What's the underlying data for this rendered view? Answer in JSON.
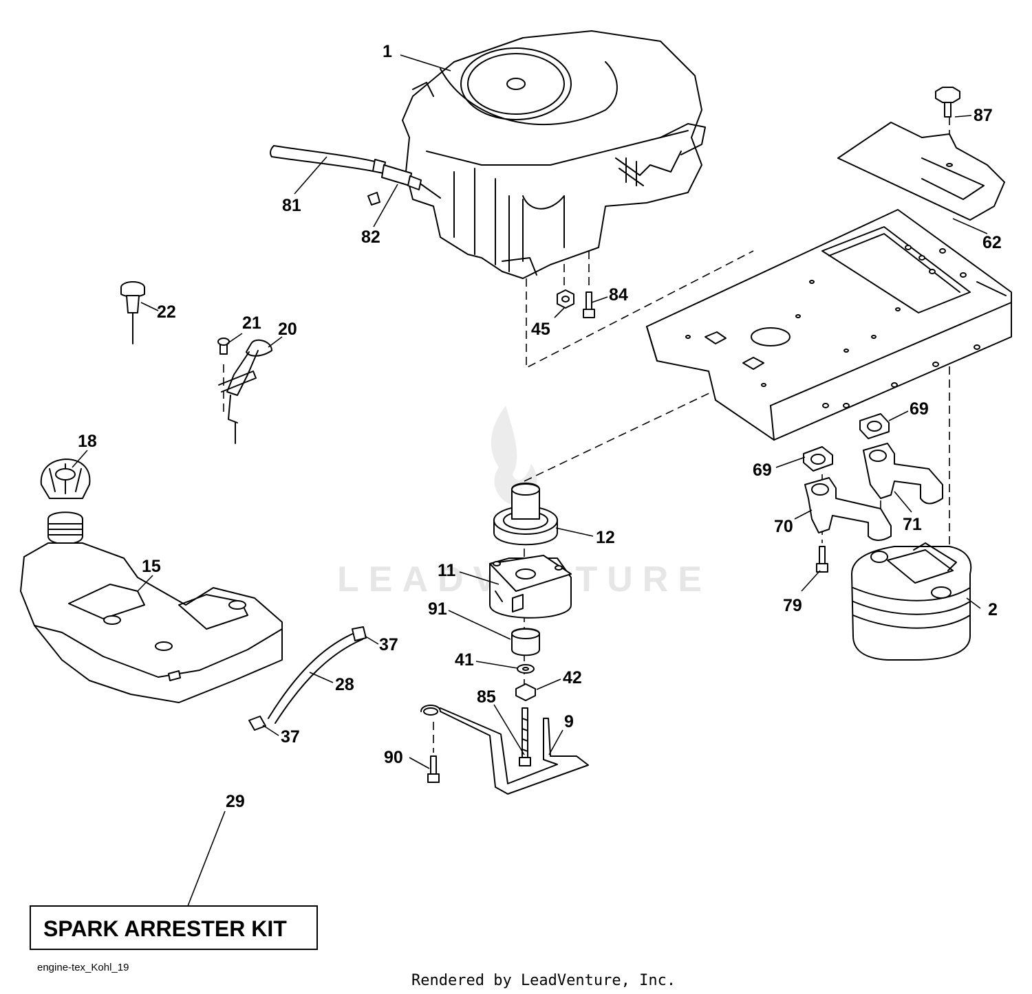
{
  "diagram": {
    "callouts": {
      "c1": "1",
      "c2": "2",
      "c9": "9",
      "c11": "11",
      "c12": "12",
      "c15": "15",
      "c18": "18",
      "c20": "20",
      "c21": "21",
      "c22": "22",
      "c28": "28",
      "c29": "29",
      "c37a": "37",
      "c37b": "37",
      "c41": "41",
      "c42": "42",
      "c45": "45",
      "c62": "62",
      "c69a": "69",
      "c69b": "69",
      "c70": "70",
      "c71": "71",
      "c79": "79",
      "c81": "81",
      "c82": "82",
      "c84": "84",
      "c85": "85",
      "c87": "87",
      "c90": "90",
      "c91": "91"
    },
    "kit_label": "SPARK ARRESTER KIT",
    "drawing_id": "engine-tex_Kohl_19",
    "credit": "Rendered by LeadVenture, Inc.",
    "watermark": "LEADVENTURE"
  },
  "colors": {
    "line": "#000000",
    "background": "#ffffff",
    "watermark": "#e6e6e6"
  }
}
